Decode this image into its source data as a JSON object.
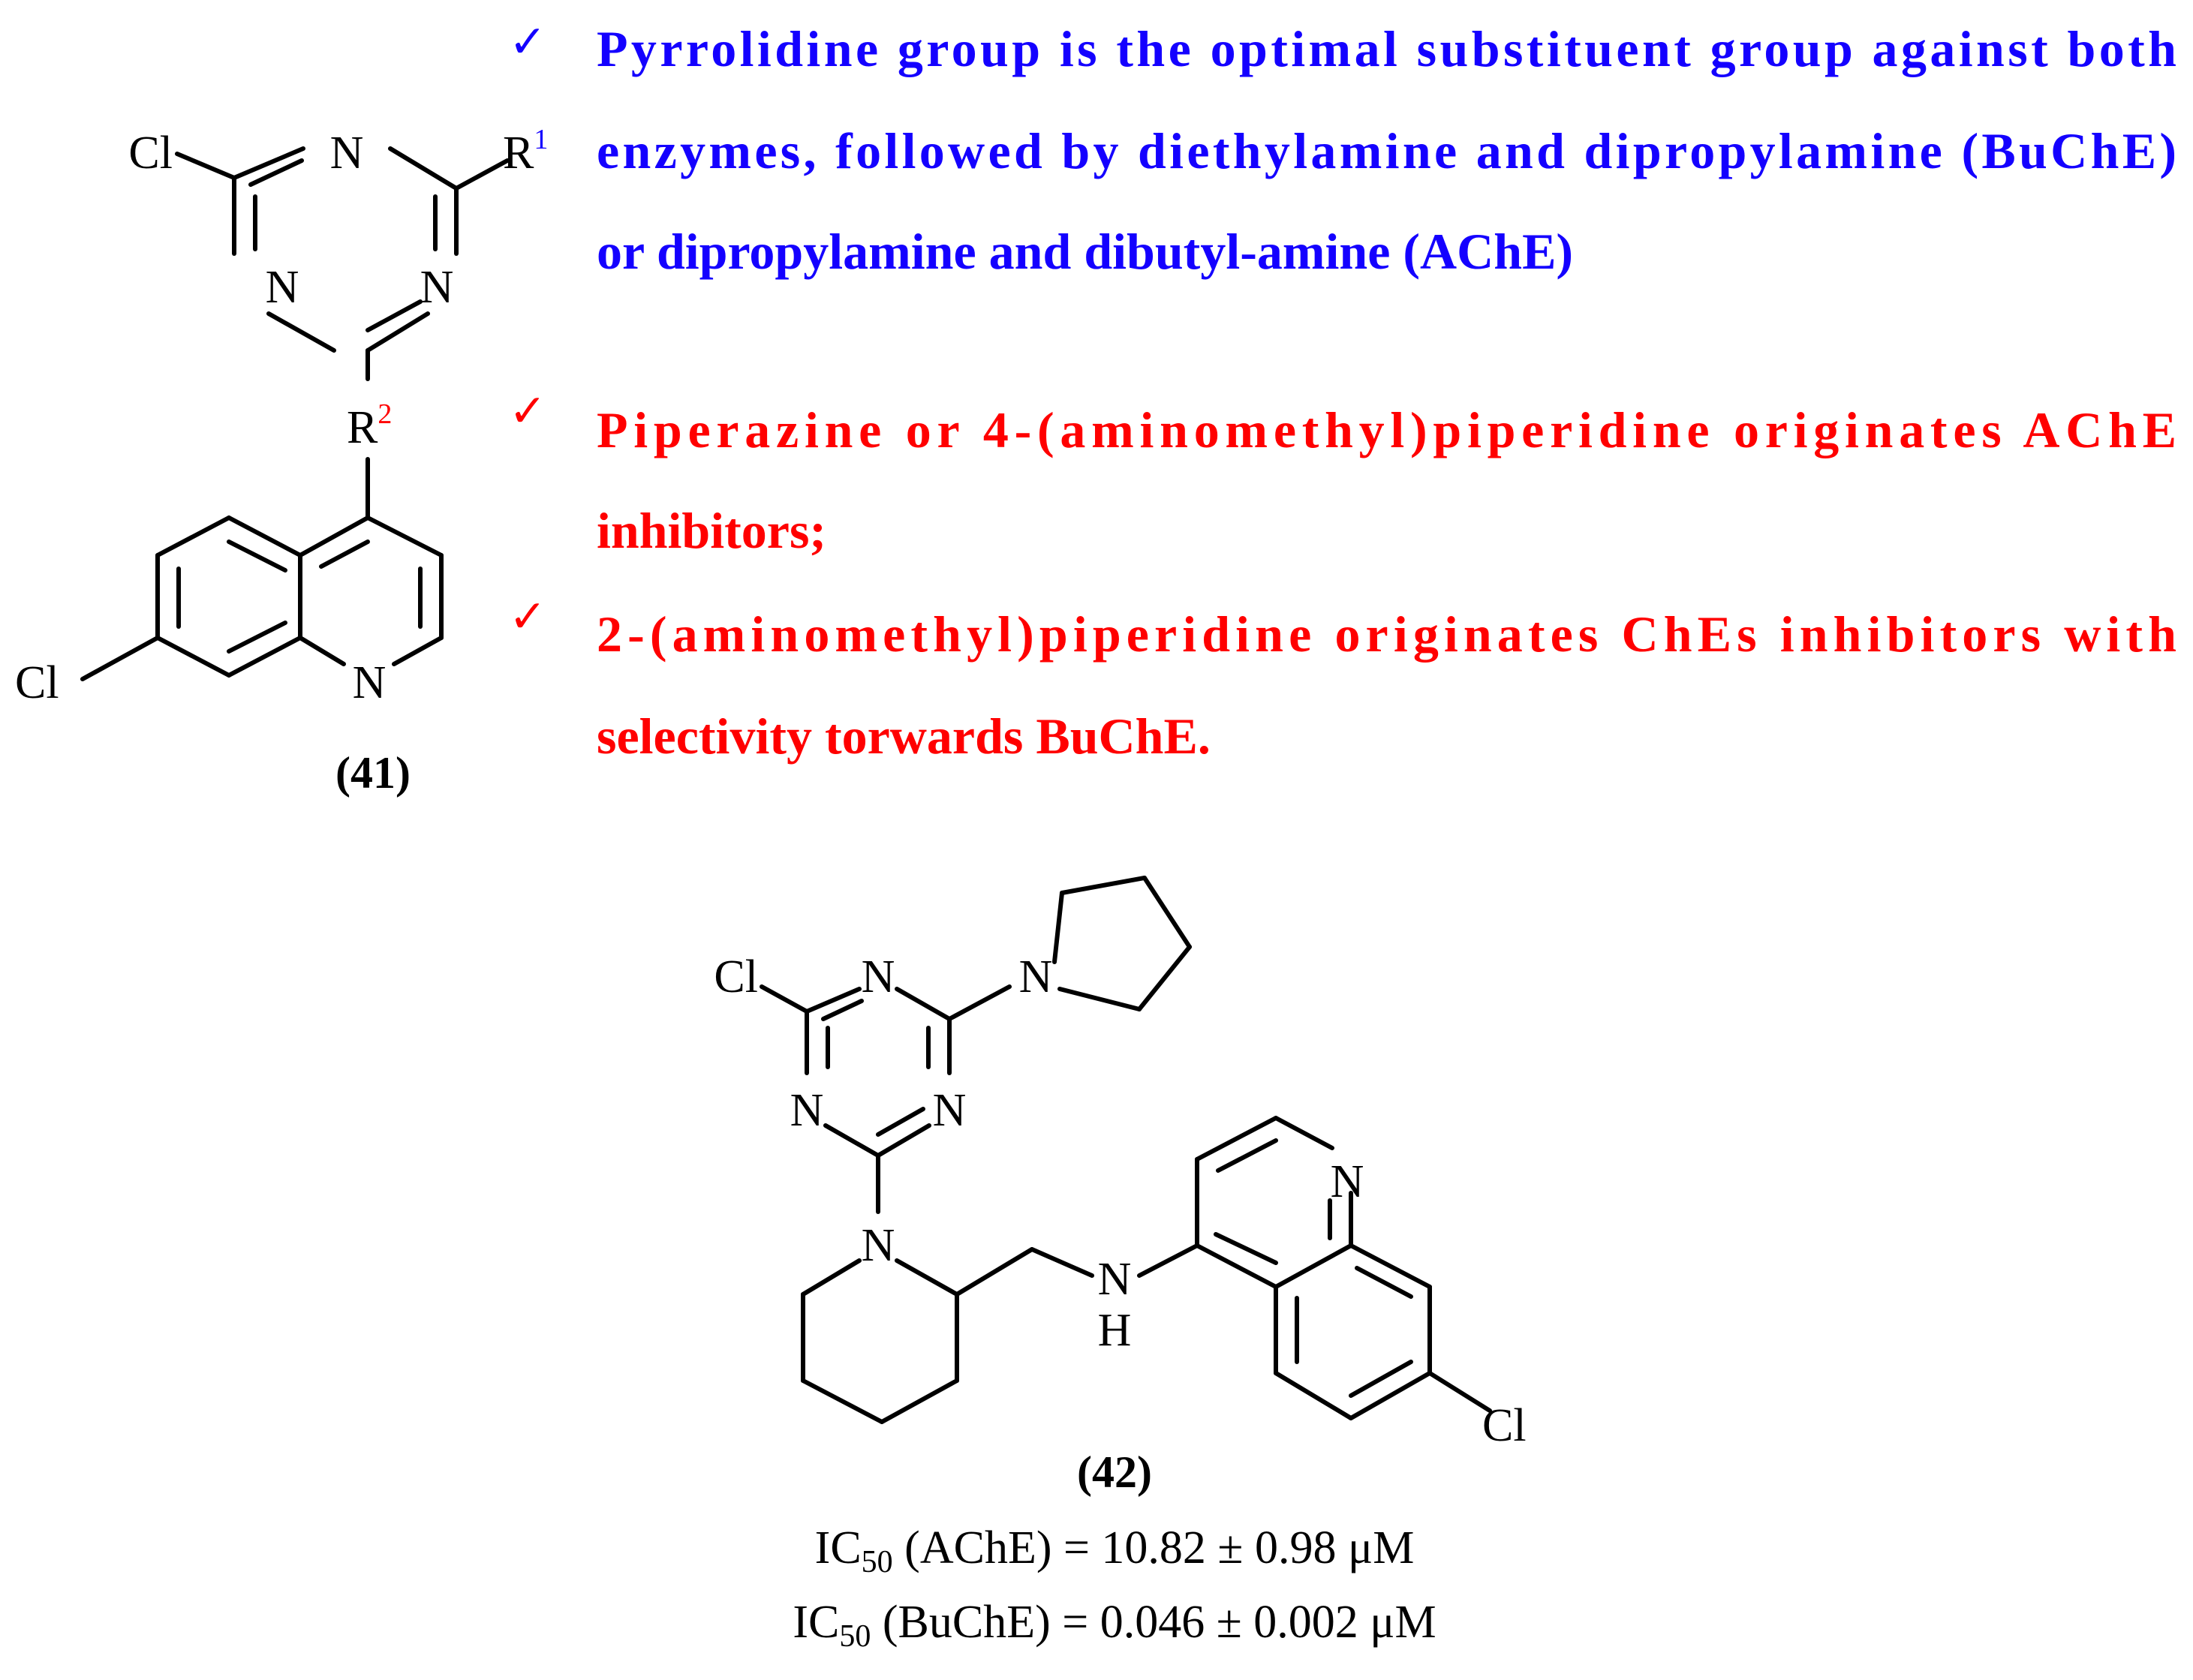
{
  "colors": {
    "blue": "#1400ff",
    "red": "#ff0000",
    "black": "#000000"
  },
  "checkmark": "✓",
  "atoms": {
    "cl": "Cl",
    "n": "N",
    "h": "H",
    "r": "R",
    "sup1": "1",
    "sup2": "2"
  },
  "compound41": {
    "label": "(41)"
  },
  "compound42": {
    "label": "(42)",
    "ic50_prefix": "IC",
    "ic50_sub": "50",
    "ache_text": " (AChE) = 10.82 ± 0.98 μM",
    "buche_text": " (BuChE) = 0.046 ± 0.002 μM"
  },
  "bullets": [
    {
      "color": "blue",
      "lines": [
        "Pyrrolidine group is the optimal substituent group against both",
        "enzymes, followed by diethylamine and dipropylamine (BuChE)",
        "or dipropylamine and dibutyl-amine (AChE)"
      ]
    },
    {
      "color": "red",
      "lines": [
        "Piperazine or 4-(aminomethyl)piperidine originates AChE",
        "inhibitors;"
      ]
    },
    {
      "color": "red",
      "lines": [
        "2-(aminomethyl)piperidine originates ChEs inhibitors with",
        "selectivity torwards BuChE."
      ]
    }
  ]
}
